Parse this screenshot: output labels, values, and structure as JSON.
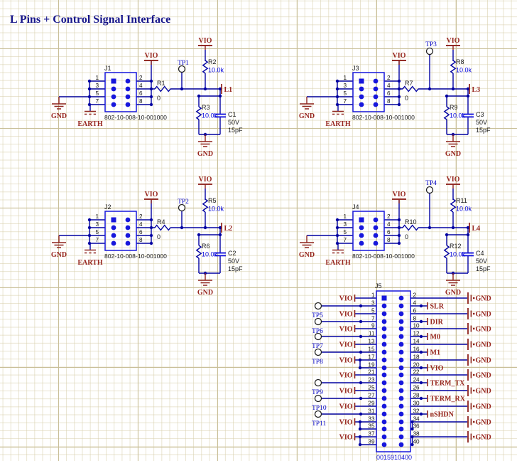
{
  "title": "L Pins + Control Signal Interface",
  "labels": {
    "vio": "VIO",
    "gnd": "GND",
    "earth": "EARTH",
    "pins_left": [
      "1",
      "3",
      "5",
      "7"
    ],
    "pins_right": [
      "2",
      "4",
      "6",
      "8"
    ],
    "series_res_value": "0",
    "res_value": "10.0k",
    "cap_voltage": "50V",
    "cap_value": "15pF"
  },
  "blocks": [
    {
      "designator": "J1",
      "part_number": "802-10-008-10-001000",
      "tp": "TP1",
      "r_series": "R1",
      "r_pullup": "R2",
      "r_pulldown": "R3",
      "cap": "C1",
      "port": "L1"
    },
    {
      "designator": "J3",
      "part_number": "802-10-008-10-001000",
      "tp": "TP3",
      "r_series": "R7",
      "r_pullup": "R8",
      "r_pulldown": "R9",
      "cap": "C3",
      "port": "L3"
    },
    {
      "designator": "J2",
      "part_number": "802-10-008-10-001000",
      "tp": "TP2",
      "r_series": "R4",
      "r_pullup": "R5",
      "r_pulldown": "R6",
      "cap": "C2",
      "port": "L2"
    },
    {
      "designator": "J4",
      "part_number": "802-10-008-10-001000",
      "tp": "TP4",
      "r_series": "R10",
      "r_pullup": "R11",
      "r_pulldown": "R12",
      "cap": "C4",
      "port": "L4"
    }
  ],
  "j5": {
    "designator": "J5",
    "part_number": "0015910400",
    "left_pins": [
      "1",
      "3",
      "5",
      "7",
      "9",
      "11",
      "13",
      "15",
      "17",
      "19",
      "21",
      "23",
      "25",
      "27",
      "29",
      "31",
      "33",
      "35",
      "37",
      "39"
    ],
    "right_pins": [
      "2",
      "4",
      "6",
      "8",
      "10",
      "12",
      "14",
      "16",
      "18",
      "20",
      "22",
      "24",
      "26",
      "28",
      "30",
      "32",
      "34",
      "36",
      "38",
      "40"
    ],
    "testpoints": [
      "TP5",
      "TP6",
      "TP7",
      "TP8",
      "TP9",
      "TP10",
      "TP11"
    ],
    "signals": [
      "SLR",
      "DIR",
      "M0",
      "M1",
      "VIO",
      "TERM_TX",
      "TERM_RX",
      "nSHDN"
    ]
  },
  "colors": {
    "wire": "#0202a2",
    "connector": "#1717dc",
    "power": "#8e231c",
    "value_text": "#0000dd",
    "title_text": "#17168a",
    "grid_major": "#c9bf98"
  }
}
